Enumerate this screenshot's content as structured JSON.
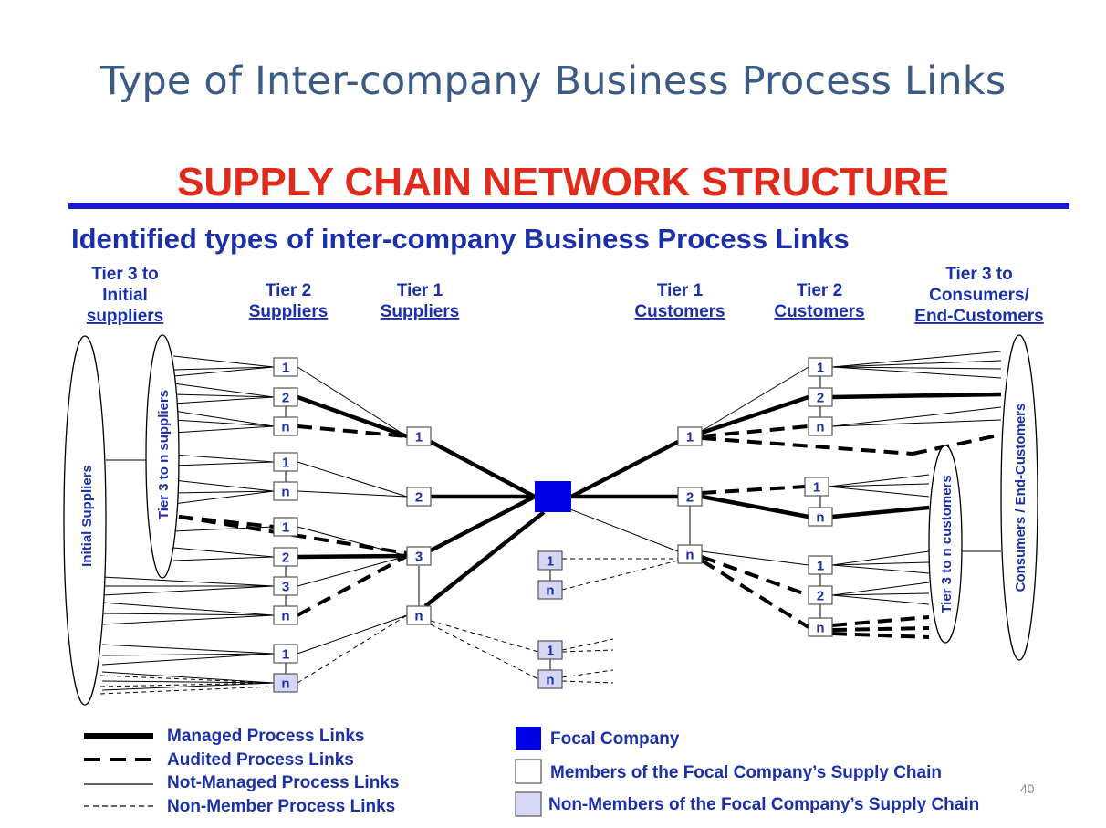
{
  "slide": {
    "title": "Type of Inter-company Business Process Links",
    "page_number": "40"
  },
  "diagram": {
    "title": "SUPPLY CHAIN NETWORK STRUCTURE",
    "subtitle": "Identified types of inter-company Business Process Links",
    "colors": {
      "title_red": "#e02b1c",
      "rule_blue": "#1a1ad6",
      "text_blue": "#1a2fa8",
      "focal_blue": "#0000e6",
      "non_member_fill": "#d6d6f5"
    },
    "columns": {
      "tier3_initial": [
        "Tier 3 to",
        "Initial",
        "suppliers"
      ],
      "tier2_suppliers": [
        "Tier 2",
        "Suppliers"
      ],
      "tier1_suppliers": [
        "Tier 1",
        "Suppliers"
      ],
      "tier1_customers": [
        "Tier 1",
        "Customers"
      ],
      "tier2_customers": [
        "Tier 2",
        "Customers"
      ],
      "tier3_consumers": [
        "Tier 3 to",
        "Consumers/",
        "End-Customers"
      ]
    },
    "ellipses": {
      "initial_suppliers": "Initial Suppliers",
      "tier3_to_n_suppliers": "Tier 3 to n suppliers",
      "tier3_to_n_customers": "Tier 3 to n customers",
      "consumers": "Consumers / End-Customers"
    },
    "nodes": {
      "t2s": [
        "1",
        "2",
        "n",
        "1",
        "n",
        "1",
        "2",
        "3",
        "n",
        "1",
        "n"
      ],
      "t1s": [
        "1",
        "2",
        "3",
        "n"
      ],
      "t1c": [
        "1",
        "2",
        "n"
      ],
      "t2c": [
        "1",
        "2",
        "n",
        "1",
        "n",
        "1",
        "2",
        "n"
      ],
      "nonmember": [
        "1",
        "n",
        "1",
        "n"
      ]
    },
    "legend": {
      "managed": "Managed Process Links",
      "audited": "Audited Process Links",
      "not_managed": "Not-Managed Process Links",
      "non_member": "Non-Member Process Links",
      "focal": "Focal Company",
      "members": "Members of the Focal Company’s Supply Chain",
      "non_members": "Non-Members of the Focal Company’s Supply Chain"
    }
  }
}
